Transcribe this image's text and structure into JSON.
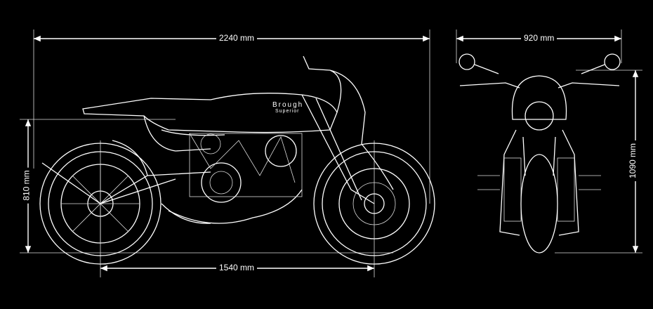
{
  "dimensions": {
    "overall_length": "2240 mm",
    "seat_height": "810 mm",
    "wheelbase": "1540 mm",
    "width": "920 mm",
    "height": "1090 mm"
  },
  "logo": {
    "line1": "Brough",
    "line2": "Superior"
  },
  "colors": {
    "background": "#000000",
    "lines": "#ffffff"
  }
}
